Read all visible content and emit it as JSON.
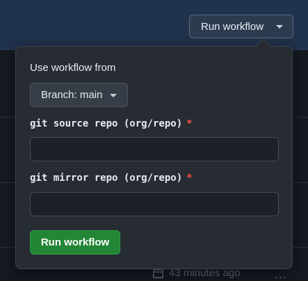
{
  "header": {
    "run_workflow_label": "Run workflow"
  },
  "popover": {
    "use_from_label": "Use workflow from",
    "branch_label": "Branch: main",
    "fields": [
      {
        "label": "git source repo (org/repo)",
        "required_mark": "*",
        "value": ""
      },
      {
        "label": "git mirror repo (org/repo)",
        "required_mark": "*",
        "value": ""
      }
    ],
    "submit_label": "Run workflow"
  },
  "background": {
    "timestamp": "43 minutes ago",
    "more_label": "..."
  },
  "colors": {
    "accent_green": "#238636",
    "required_red": "#f85149"
  },
  "icons": {
    "run_caret": "chevron-down-icon",
    "branch_caret": "chevron-down-icon",
    "timestamp": "calendar-icon",
    "more": "kebab-horizontal-icon"
  }
}
